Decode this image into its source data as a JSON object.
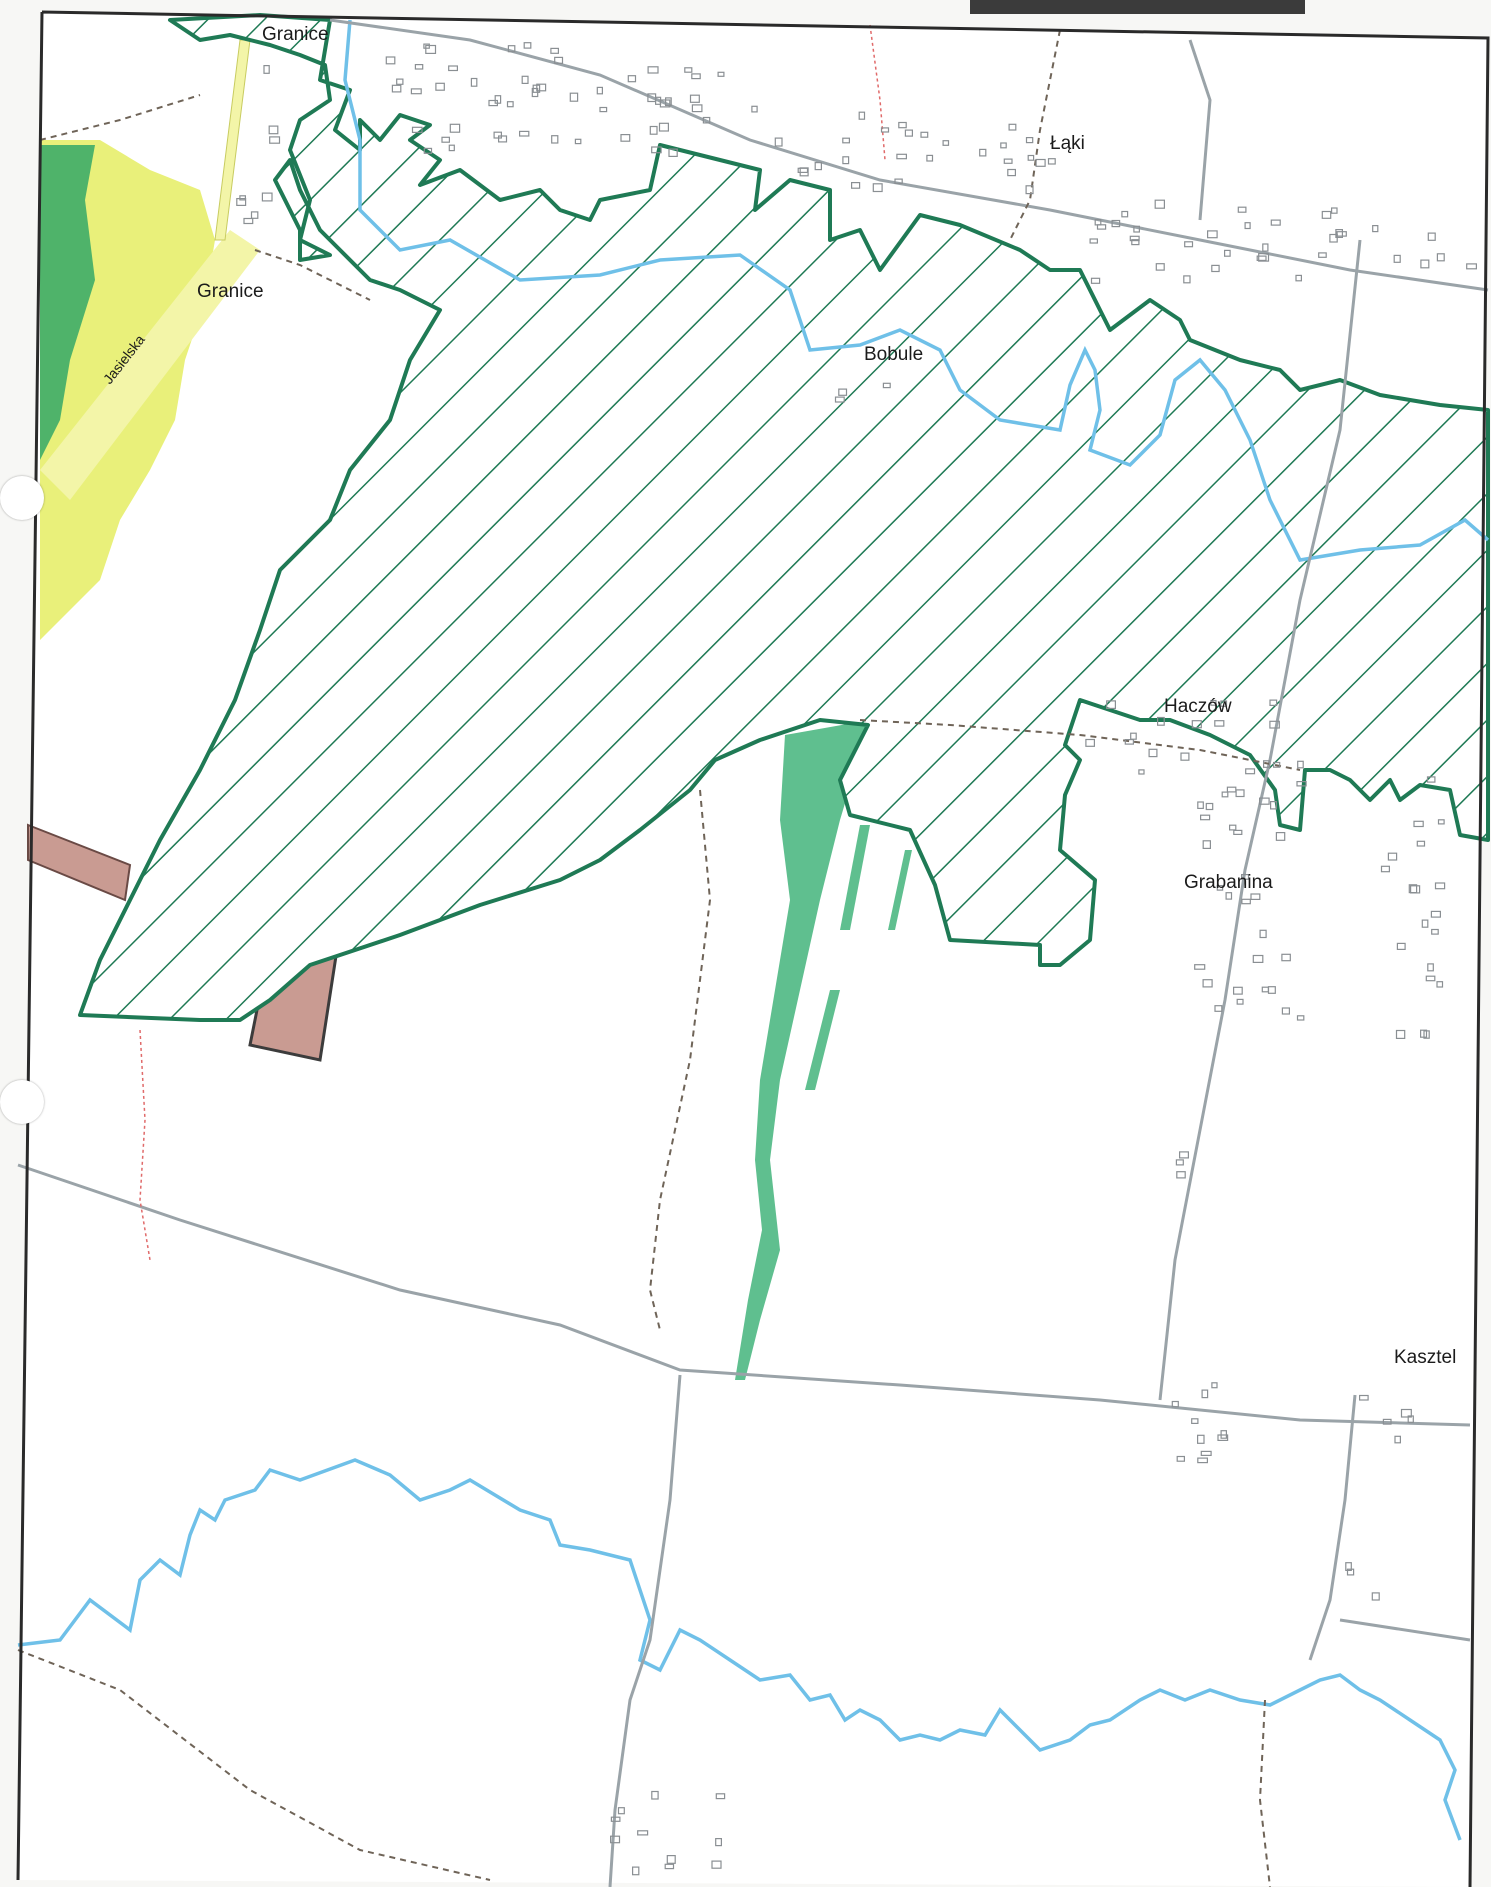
{
  "map": {
    "place_labels": {
      "granice_top": "Granice",
      "granice": "Granice",
      "laki": "Łąki",
      "bobule": "Bobule",
      "haczow": "Haczów",
      "grabanina": "Grabanina",
      "kasztel": "Kasztel"
    },
    "street_labels": {
      "jasielska": "Jasielska"
    },
    "colors": {
      "paper": "#f7f7f5",
      "map_background": "#ffffff",
      "frame": "#2a2a2a",
      "hatched_area_outline": "#1f7a55",
      "hatch_lines": "#1f7a55",
      "river": "#6fc0e8",
      "road": "#9aa3a8",
      "path_dashed": "#6f6458",
      "forest_green": "#4fb36a",
      "meadow_yellow": "#e9f07a",
      "road_yellow": "#f3f5a8",
      "wetland_green": "#5fbf8f",
      "brown_plot": "#c99b92",
      "buildings": "#8a8f93",
      "red_boundary": "#e06a6a"
    },
    "icons": {
      "punch_holes": "punch-hole-icon"
    }
  }
}
